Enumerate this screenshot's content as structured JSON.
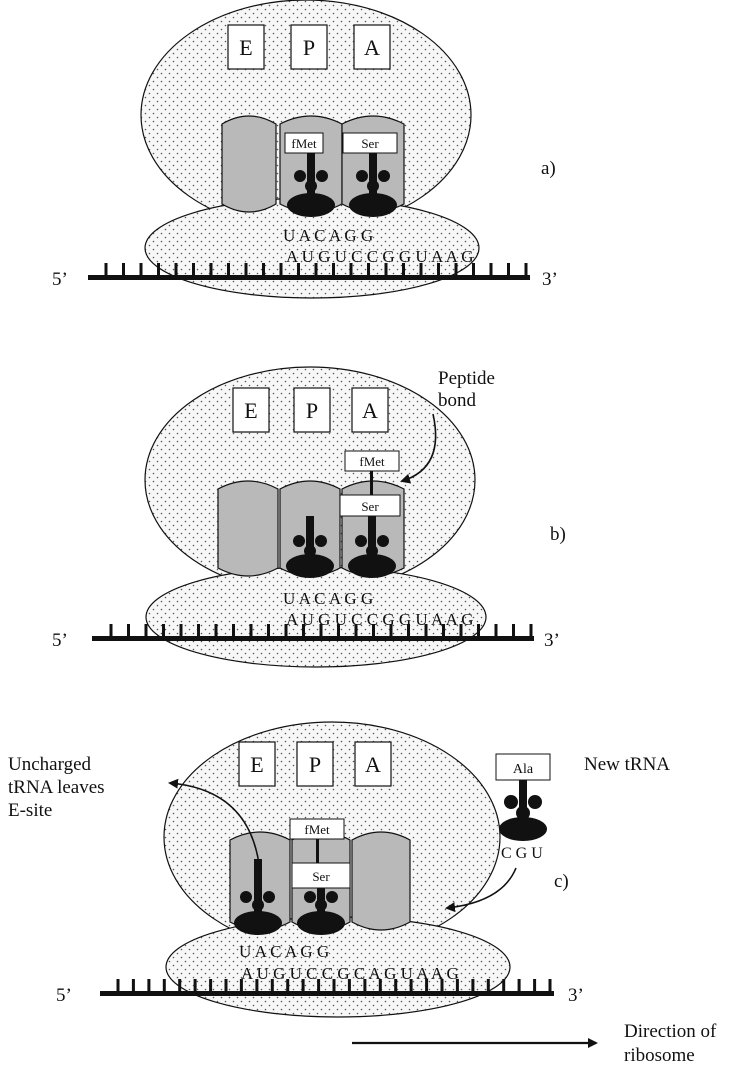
{
  "panels": [
    {
      "id": "a",
      "label": "a)",
      "sites": [
        "E",
        "P",
        "A"
      ],
      "trna_labels": [
        "fMet",
        "Ser"
      ],
      "anticodon_text": "U A C A G G",
      "codon_text": "A U G U C C G G U A A G",
      "five_prime": "5’",
      "three_prime": "3’"
    },
    {
      "id": "b",
      "label": "b)",
      "sites": [
        "E",
        "P",
        "A"
      ],
      "chain_labels": [
        "fMet",
        "Ser"
      ],
      "anticodon_text": "U A C A G G",
      "codon_text": "A U G U C C G G U A A G",
      "five_prime": "5’",
      "three_prime": "3’",
      "annotation": [
        "Peptide",
        "bond"
      ]
    },
    {
      "id": "c",
      "label": "c)",
      "sites": [
        "E",
        "P",
        "A"
      ],
      "chain_labels": [
        "fMet",
        "Ser"
      ],
      "anticodon_text": "U A C A G G",
      "codon_text": "A U G U C C G C A G U A A G",
      "five_prime": "5’",
      "three_prime": "3’",
      "left_annotation": [
        "Uncharged",
        "tRNA leaves",
        "E-site"
      ],
      "new_trna": {
        "label": "Ala",
        "anticodon": "C G U",
        "caption": "New tRNA"
      },
      "direction": [
        "Direction of",
        "ribosome"
      ]
    }
  ],
  "colors": {
    "ink": "#111111",
    "trna_body": "#b9b9b9",
    "ribosome_fill": "#f6f6f6",
    "stipple": "#555555"
  }
}
